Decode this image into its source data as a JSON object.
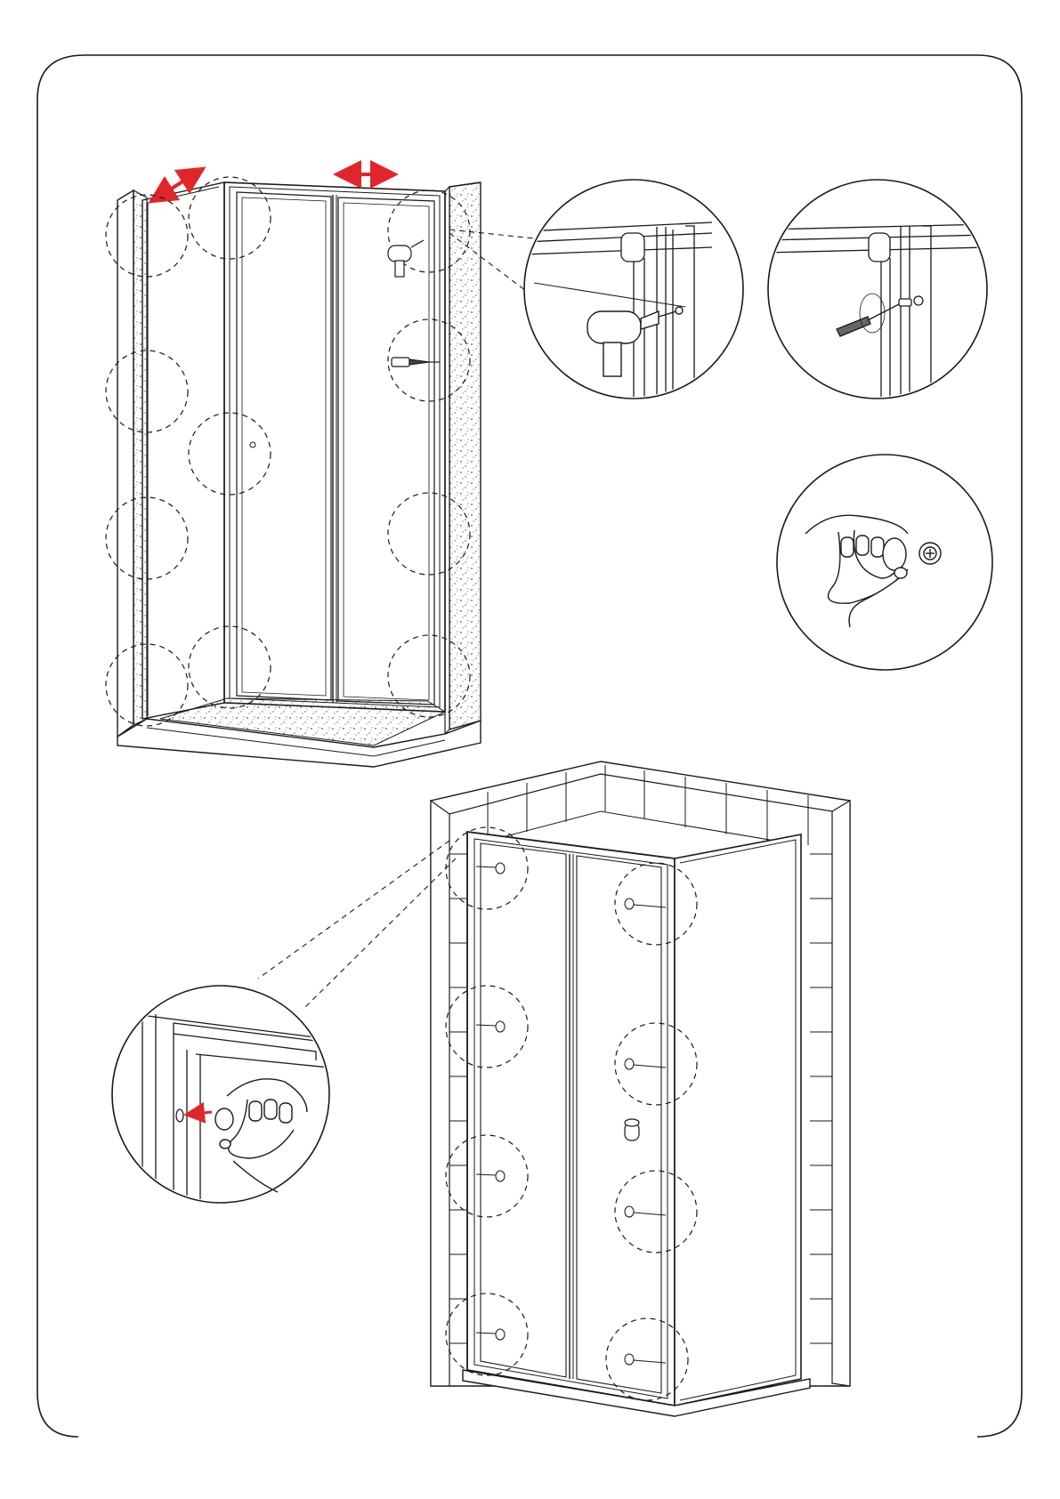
{
  "page": {
    "type": "assembly-instruction-sheet",
    "text_labels": []
  },
  "diagrams": {
    "wall_fixing": {
      "arrows": [
        "adjust-arrow-left",
        "adjust-arrow-top"
      ],
      "dashed_detail_circles": 11,
      "icons": [
        "drill-icon",
        "wall-plug-screw-icon"
      ]
    },
    "details": [
      {
        "name": "drill-detail",
        "icon": "drill-icon"
      },
      {
        "name": "screw-detail",
        "icon": "screw-icon"
      },
      {
        "name": "cap-detail",
        "icon": "hand-cap-icon"
      },
      {
        "name": "push-cap-detail",
        "icon": "hand-push-icon"
      }
    ],
    "finished_enclosure": {
      "dashed_detail_circles": 8,
      "caps": 8,
      "handle": "door-handle"
    }
  },
  "colors": {
    "line": "#1a1a1a",
    "accent_arrow": "#e0262b",
    "texture": "#999999",
    "background": "#ffffff"
  }
}
